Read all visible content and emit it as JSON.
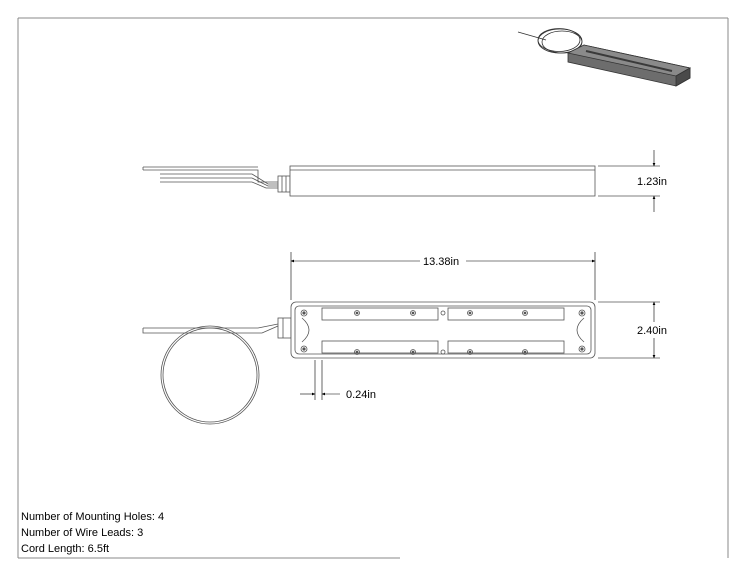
{
  "dimensions": {
    "height": "1.23in",
    "length": "13.38in",
    "width": "2.40in",
    "edge_offset": "0.24in"
  },
  "notes": {
    "mounting_holes": "Number of Mounting Holes: 4",
    "wire_leads": "Number of Wire Leads: 3",
    "cord_length": "Cord Length: 6.5ft"
  },
  "colors": {
    "line": "#555555",
    "frame": "#888888",
    "iso_dark": "#4a4a4a",
    "iso_mid": "#6d6d6d"
  }
}
